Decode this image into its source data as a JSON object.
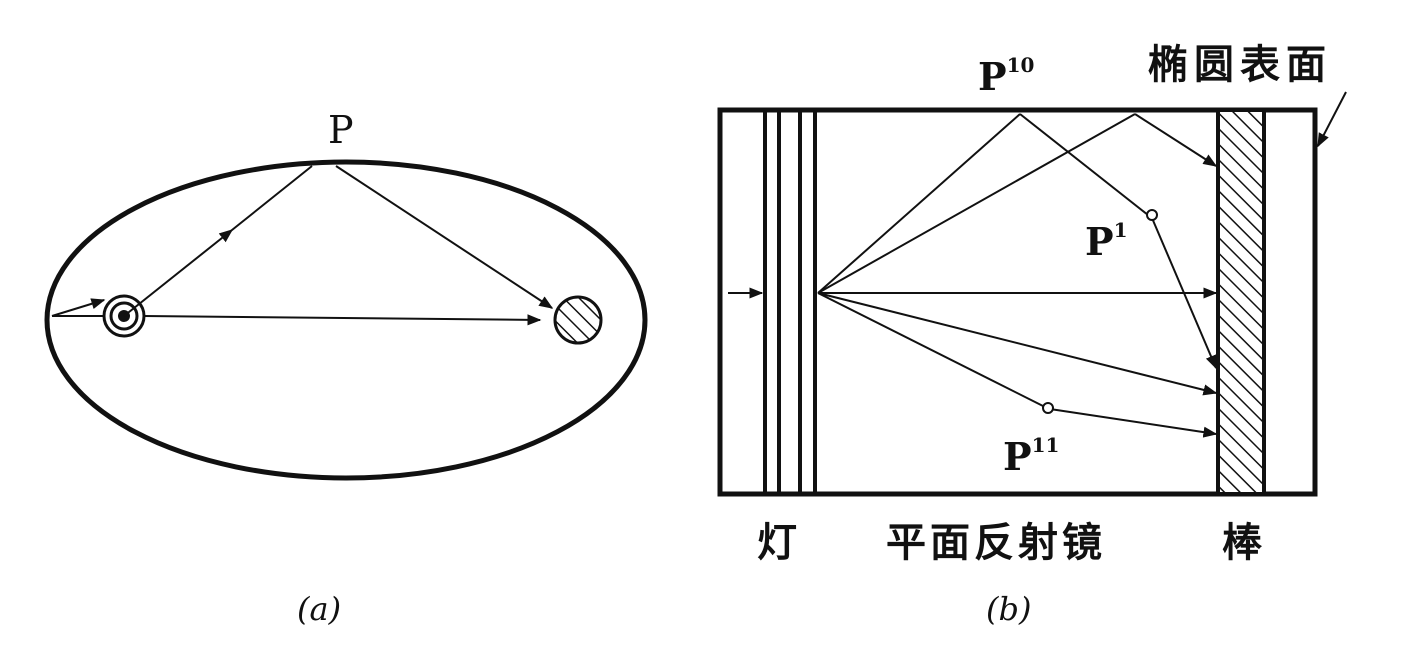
{
  "figure_a": {
    "point_label": "P",
    "caption": "(a)"
  },
  "figure_b": {
    "point_labels": {
      "p10": "P",
      "p10_sup": "10",
      "p1": "P",
      "p1_sup": "1",
      "p11": "P",
      "p11_sup": "11"
    },
    "ellipse_surface_label": "椭圆表面",
    "lamp_label": "灯",
    "mirror_label": "平面反射镜",
    "rod_label": "棒",
    "caption": "(b)"
  },
  "colors": {
    "ink": "#111111",
    "background": "#ffffff"
  }
}
